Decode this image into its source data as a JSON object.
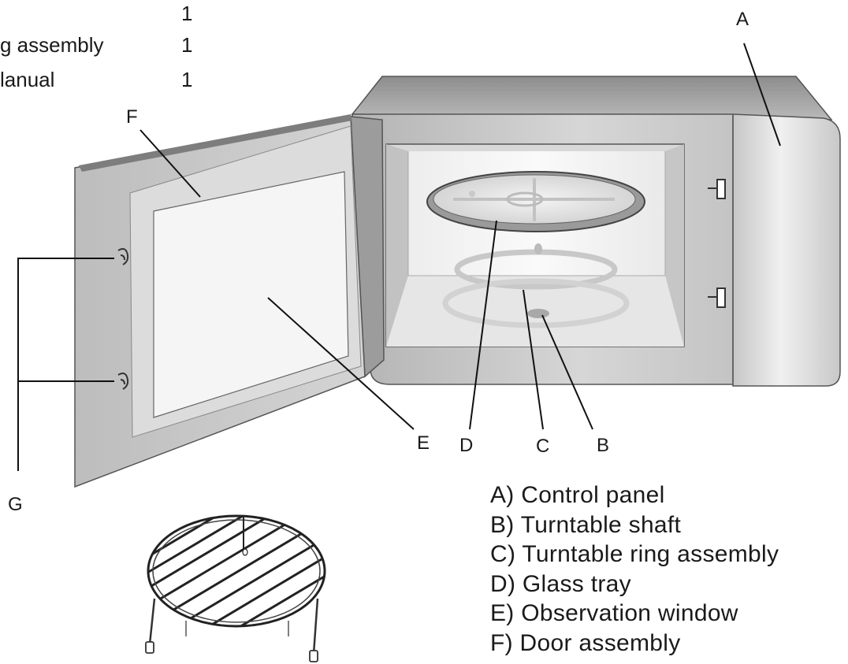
{
  "top_list": [
    {
      "item": "",
      "qty": "1"
    },
    {
      "item": "g assembly",
      "qty": "1"
    },
    {
      "item": "lanual",
      "qty": "1"
    }
  ],
  "callouts": {
    "a": "A",
    "b": "B",
    "c": "C",
    "d": "D",
    "e": "E",
    "f": "F",
    "g": "G"
  },
  "legend": [
    "A) Control panel",
    "B) Turntable shaft",
    "C) Turntable ring assembly",
    "D) Glass tray",
    "E) Observation window",
    "F) Door assembly"
  ]
}
